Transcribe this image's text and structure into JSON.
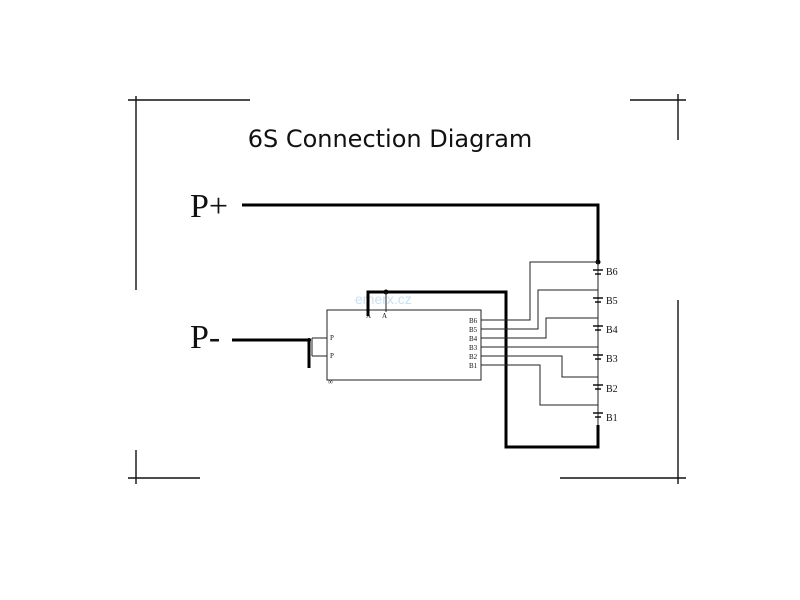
{
  "title": "6S Connection Diagram",
  "terminals": {
    "p_plus": "P+",
    "p_minus": "P-"
  },
  "board": {
    "left_pins": [
      "P",
      "P"
    ],
    "top_pins": [
      "A",
      "A"
    ],
    "right_pins": [
      "B6",
      "B5",
      "B4",
      "B3",
      "B2",
      "B1"
    ],
    "corner_mark": "∞"
  },
  "batteries": [
    "B6",
    "B5",
    "B4",
    "B3",
    "B2",
    "B1"
  ],
  "watermark": "emerx.cz"
}
